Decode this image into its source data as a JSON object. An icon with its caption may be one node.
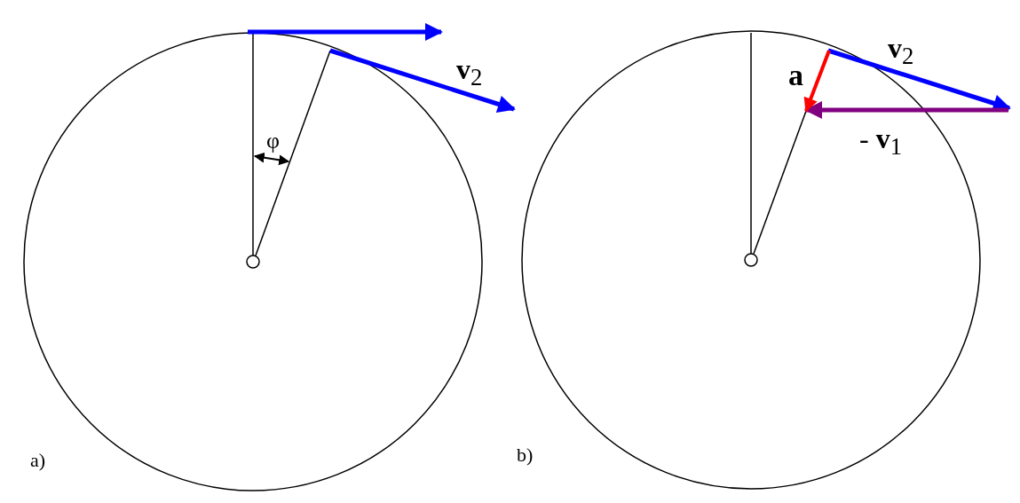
{
  "diagram": {
    "labels": [
      "φ",
      "**v**$_{2}$",
      "a",
      "**v**$_{2}$",
      "- **v**$_{1}$",
      "a)",
      "b)"
    ]
  }
}
